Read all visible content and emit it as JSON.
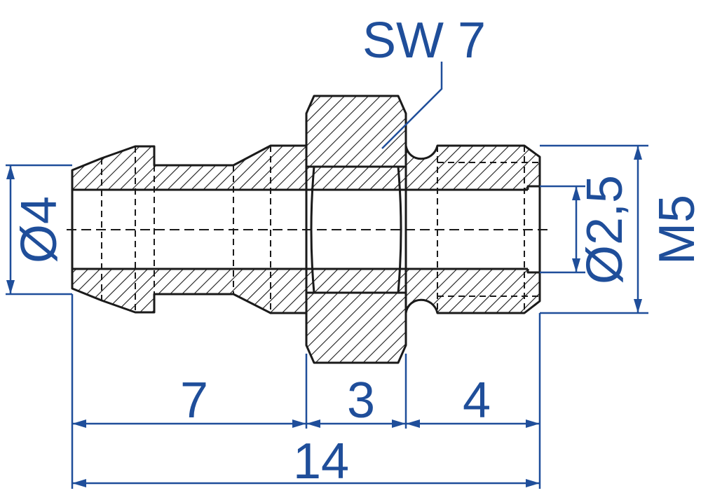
{
  "dimensions": {
    "wrench_size": "SW 7",
    "bore_left": "Ø4",
    "bore_right": "Ø2,5",
    "thread": "M5",
    "length_barb": "7",
    "length_hex": "3",
    "length_thread": "4",
    "length_total": "14"
  },
  "colors": {
    "dimension": "#1f4e9a",
    "outline": "#1a1a1a"
  }
}
